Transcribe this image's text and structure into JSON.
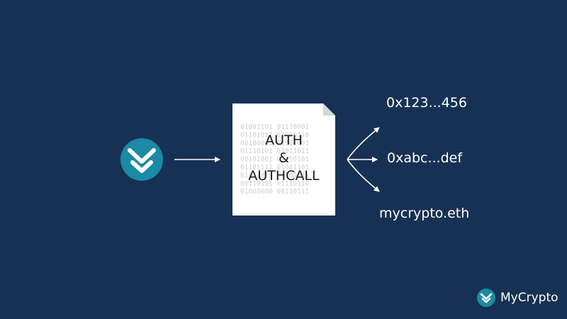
{
  "document": {
    "line1": "AUTH",
    "line2": "&",
    "line3": "AUTHCALL",
    "binary_rows": [
      "01001101 01110001",
      "01101011 01000110",
      "00100001 01001001",
      "01110101 01011011",
      "00101001 01010101",
      "01101111 01001101",
      "01011010 01100011",
      "00110101 01110110",
      "01000000 00110111"
    ]
  },
  "addresses": [
    "0x123...456",
    "0xabc...def",
    "mycrypto.eth"
  ],
  "brand": {
    "name": "MyCrypto",
    "logo_icon": "mycrypto-logo-icon"
  },
  "colors": {
    "background": "#173154",
    "logo_teal": "#1b8aa4",
    "document": "#ffffff",
    "document_fold": "#d6d6d6",
    "binary_text": "#cfcfcf",
    "arrow": "#ffffff"
  }
}
